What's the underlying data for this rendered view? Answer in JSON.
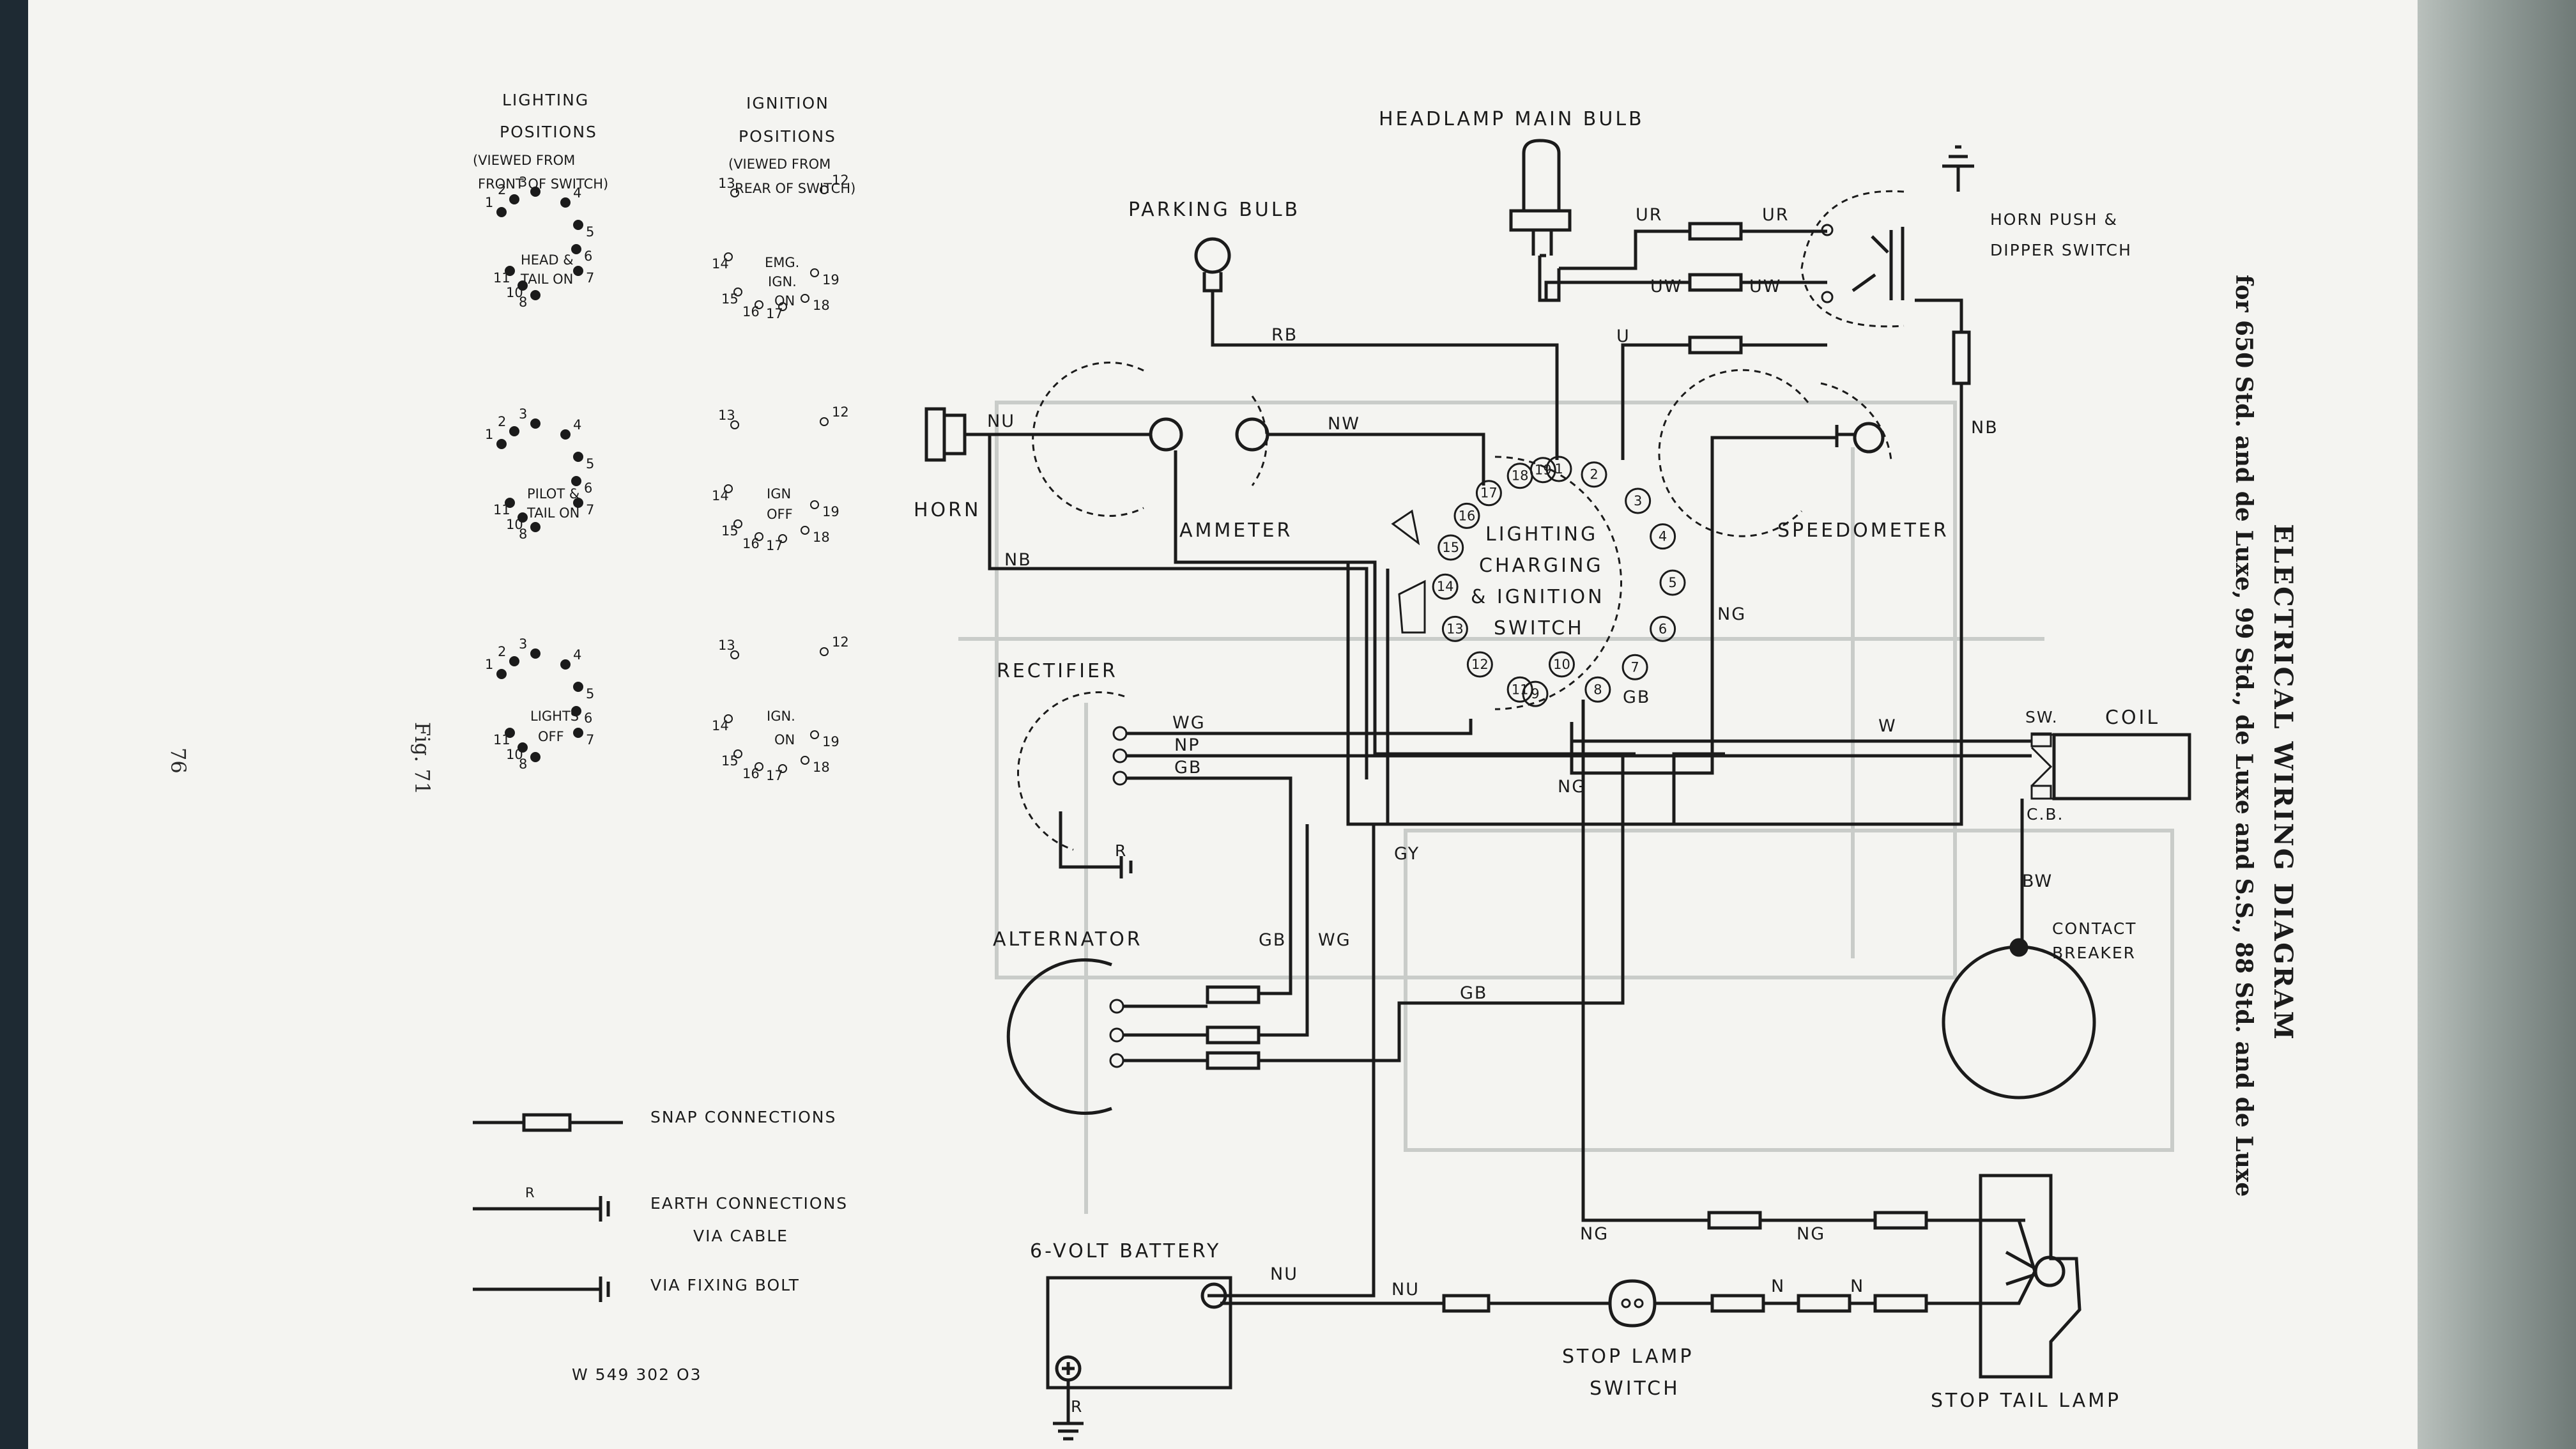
{
  "title": "ELECTRICAL WIRING DIAGRAM",
  "subtitle": "for 650 Std. and de Luxe, 99 Std., de Luxe and S.S., 88 Std. and de Luxe",
  "page_number": "76",
  "figure": "Fig. 71",
  "drawing_number": "W 549 302 O3",
  "components": {
    "headlamp": "HEADLAMP MAIN BULB",
    "parking_bulb": "PARKING BULB",
    "horn_push_1": "HORN PUSH &",
    "horn_push_2": "DIPPER SWITCH",
    "horn": "HORN",
    "ammeter": "AMMETER",
    "speedometer": "SPEEDOMETER",
    "switch_1": "LIGHTING",
    "switch_2": "CHARGING",
    "switch_3": "& IGNITION",
    "switch_4": "SWITCH",
    "rectifier": "RECTIFIER",
    "alternator": "ALTERNATOR",
    "coil": "COIL",
    "contact_breaker_1": "CONTACT",
    "contact_breaker_2": "BREAKER",
    "battery": "6-VOLT BATTERY",
    "stop_lamp_switch_1": "STOP LAMP",
    "stop_lamp_switch_2": "SWITCH",
    "stop_tail_lamp": "STOP TAIL LAMP"
  },
  "wire_labels": {
    "ur1": "UR",
    "ur2": "UR",
    "uw1": "UW",
    "uw2": "UW",
    "u": "U",
    "rb": "RB",
    "nu_horn": "NU",
    "nw": "NW",
    "nb_horn": "NB",
    "nb_push": "NB",
    "ng_speedo": "NG",
    "gb_switch": "GB",
    "ng_switch": "NG",
    "w_coil": "W",
    "sw": "SW.",
    "cb": "C.B.",
    "bw": "BW",
    "wg_rect": "WG",
    "np_rect": "NP",
    "gb_rect": "GB",
    "gy": "GY",
    "gb_alt1": "GB",
    "wg_alt": "WG",
    "gb_alt2": "GB",
    "ng_tail1": "NG",
    "ng_tail2": "NG",
    "nu_batt1": "NU",
    "nu_batt2": "NU",
    "n1": "N",
    "n2": "N",
    "r_rect": "R",
    "r_batt": "R"
  },
  "switch_pins": [
    "1",
    "2",
    "3",
    "4",
    "5",
    "6",
    "7",
    "8",
    "9",
    "10",
    "11",
    "12",
    "13",
    "14",
    "15",
    "16",
    "17",
    "18",
    "19"
  ],
  "lighting_positions": {
    "heading_1": "LIGHTING",
    "heading_2": "POSITIONS",
    "heading_3": "(VIEWED FROM",
    "heading_4": "FRONT OF SWITCH)",
    "states": [
      "HEAD &",
      "TAIL ON",
      "PILOT &",
      "TAIL ON",
      "LIGHTS",
      "OFF"
    ]
  },
  "ignition_positions": {
    "heading_1": "IGNITION",
    "heading_2": "POSITIONS",
    "heading_3": "(VIEWED FROM",
    "heading_4": "REAR OF SWITCH)",
    "states": [
      "EMG.",
      "IGN.",
      "ON",
      "IGN",
      "OFF",
      "IGN.",
      "ON"
    ]
  },
  "legend": {
    "snap": "SNAP CONNECTIONS",
    "earth_cable_1": "EARTH CONNECTIONS",
    "earth_cable_2": "VIA CABLE",
    "earth_bolt": "VIA FIXING BOLT"
  }
}
